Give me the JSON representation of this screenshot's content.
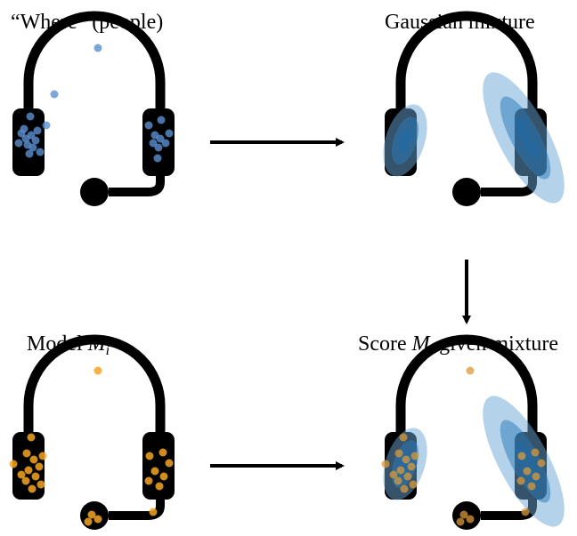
{
  "panels": {
    "top_left": {
      "label": "“Where” (people)"
    },
    "top_right": {
      "label": "Gaussian mixture"
    },
    "bottom_left": {
      "label_prefix": "Model ",
      "label_math": "M",
      "label_sub": "i",
      "label_suffix": ""
    },
    "bottom_right": {
      "label_prefix": "Score ",
      "label_math": "M",
      "label_sub": "i",
      "label_suffix": " given mixture"
    }
  },
  "colors": {
    "headset": "#000000",
    "people_points": "#4a7fc1",
    "gaussian": "#1f77b4",
    "model_points": "#f5a623",
    "arrow": "#000000"
  },
  "icons": [
    "headset-icon",
    "arrow-right-icon",
    "arrow-down-icon"
  ]
}
